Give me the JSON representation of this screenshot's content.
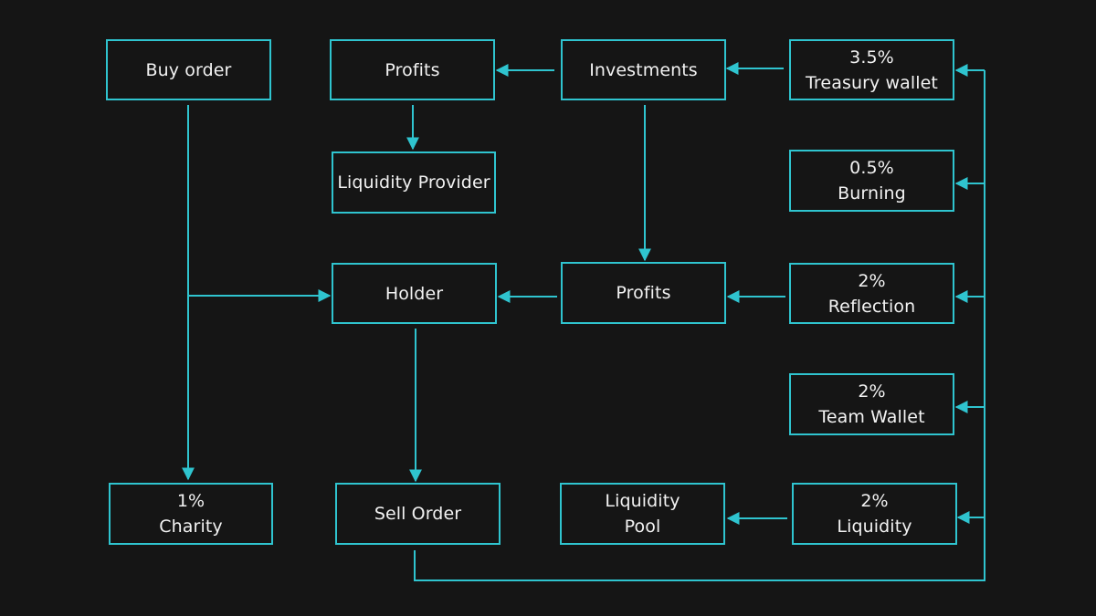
{
  "colors": {
    "background": "#151515",
    "line": "#2fc4cf",
    "text": "#f2f2f2"
  },
  "nodes": {
    "buy_order": {
      "line1": "Buy order"
    },
    "profits_top": {
      "line1": "Profits"
    },
    "investments": {
      "line1": "Investments"
    },
    "treasury": {
      "line1": "3.5%",
      "line2": "Treasury wallet"
    },
    "liquidity_provider": {
      "line1": "Liquidity Provider"
    },
    "burning": {
      "line1": "0.5%",
      "line2": "Burning"
    },
    "holder": {
      "line1": "Holder"
    },
    "profits_mid": {
      "line1": "Profits"
    },
    "reflection": {
      "line1": "2%",
      "line2": "Reflection"
    },
    "team_wallet": {
      "line1": "2%",
      "line2": "Team Wallet"
    },
    "charity": {
      "line1": "1%",
      "line2": "Charity"
    },
    "sell_order": {
      "line1": "Sell Order"
    },
    "liquidity_pool": {
      "line1": "Liquidity",
      "line2": "Pool"
    },
    "liquidity_fee": {
      "line1": "2%",
      "line2": "Liquidity"
    }
  }
}
